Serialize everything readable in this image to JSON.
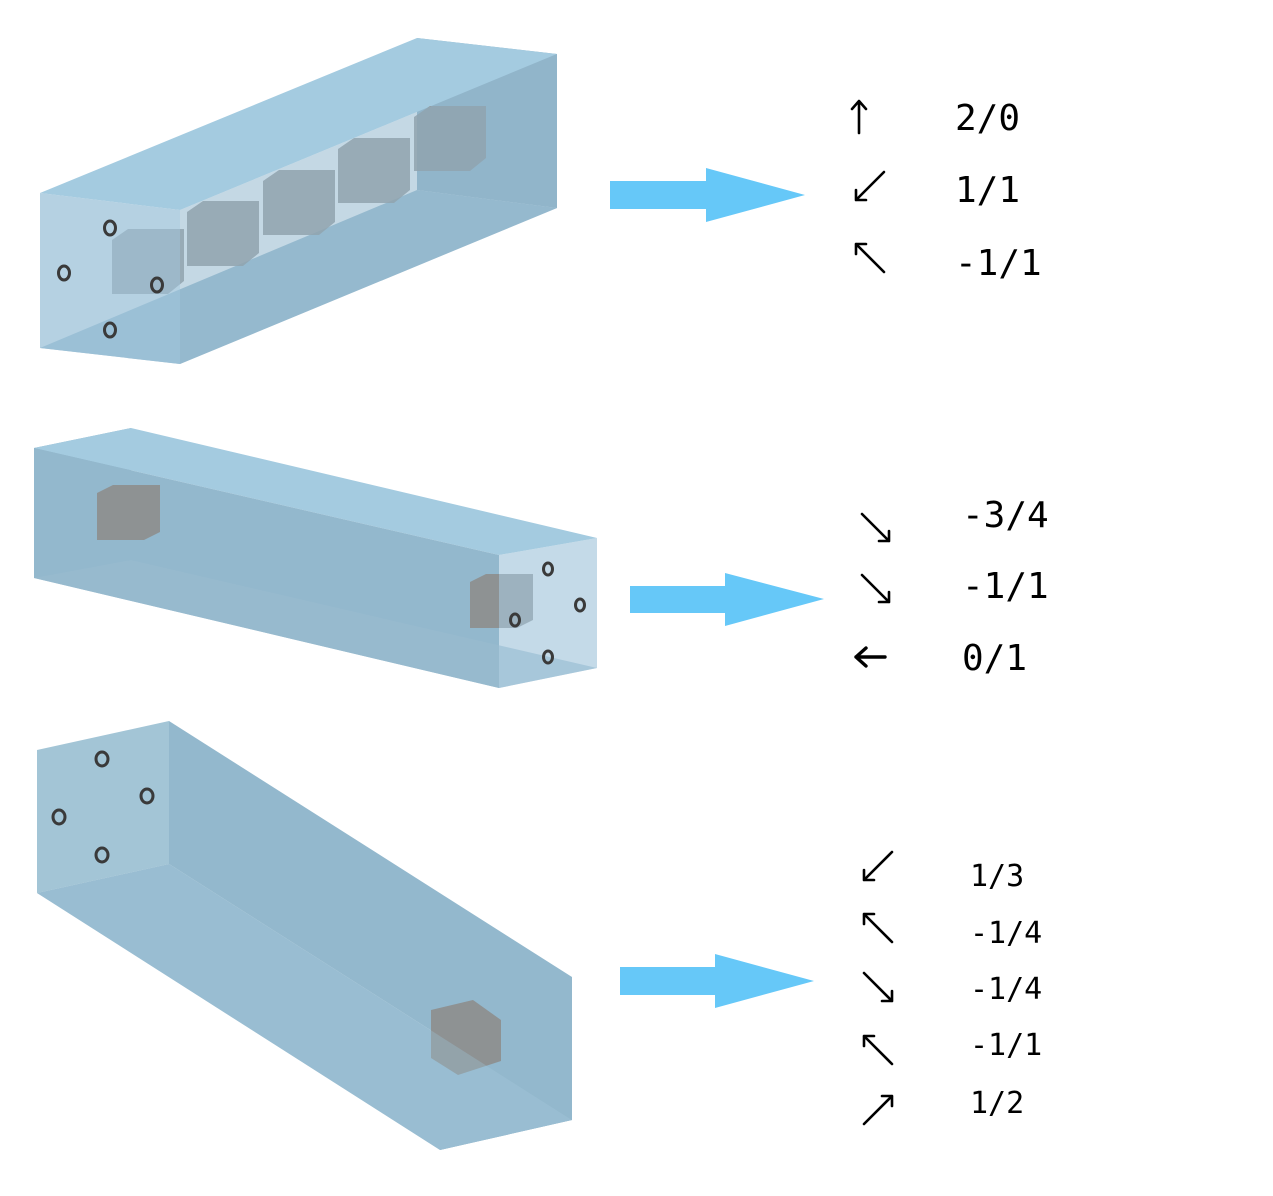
{
  "colors": {
    "prism_face_light": "#a4cbe0",
    "prism_face_mid": "#9cc2d8",
    "prism_face_dark": "#8fb2c6",
    "cube": "#8b8b88",
    "flow_arrow": "#66c8f8",
    "hole_ring": "#3a3a3a",
    "text": "#000000"
  },
  "panels": [
    {
      "rows": [
        {
          "direction_icon": "arrow-up-icon",
          "value": "2/0"
        },
        {
          "direction_icon": "arrow-down-left-icon",
          "value": "1/1"
        },
        {
          "direction_icon": "arrow-up-left-icon",
          "value": "-1/1"
        }
      ]
    },
    {
      "rows": [
        {
          "direction_icon": "arrow-down-right-icon",
          "value": "-3/4"
        },
        {
          "direction_icon": "arrow-down-right-icon",
          "value": "-1/1"
        },
        {
          "direction_icon": "arrow-left-icon",
          "value": "0/1"
        }
      ]
    },
    {
      "rows": [
        {
          "direction_icon": "arrow-down-left-icon",
          "value": "1/3"
        },
        {
          "direction_icon": "arrow-up-left-icon",
          "value": "-1/4"
        },
        {
          "direction_icon": "arrow-down-right-icon",
          "value": "-1/4"
        },
        {
          "direction_icon": "arrow-up-left-icon",
          "value": "-1/1"
        },
        {
          "direction_icon": "arrow-up-right-icon",
          "value": "1/2"
        }
      ]
    }
  ]
}
